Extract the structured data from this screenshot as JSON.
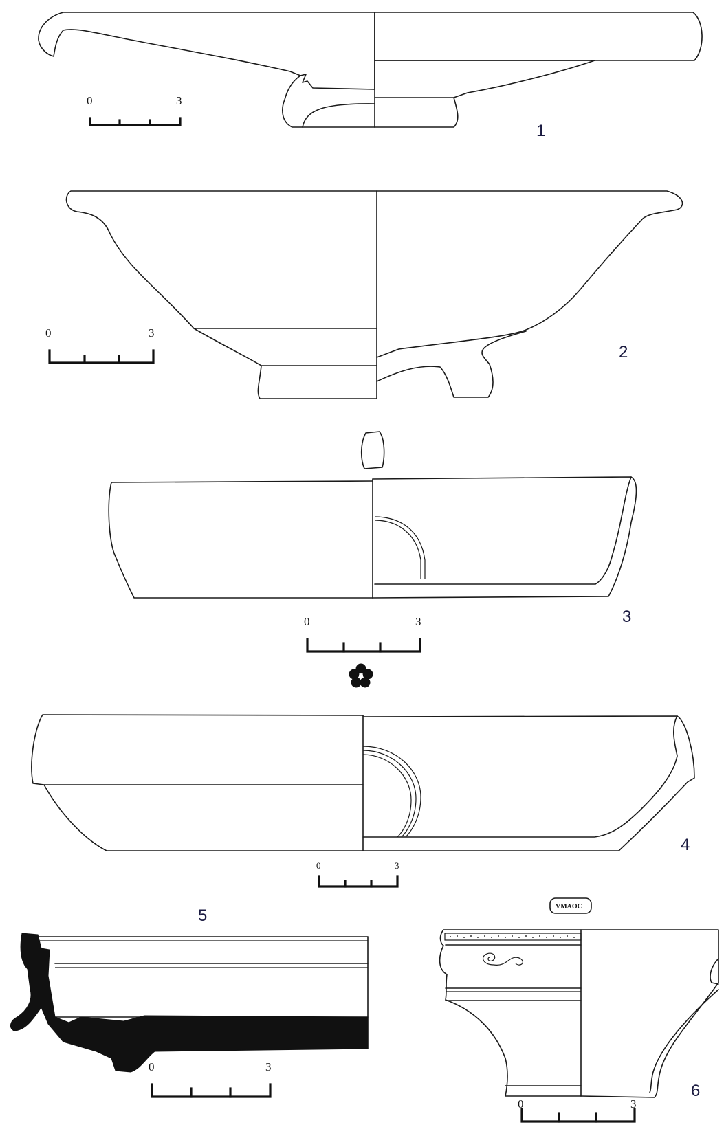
{
  "figures": [
    {
      "number": "1",
      "scale": {
        "start": "0",
        "end": "3"
      }
    },
    {
      "number": "2",
      "scale": {
        "start": "0",
        "end": "3"
      }
    },
    {
      "number": "3",
      "scale": {
        "start": "0",
        "end": "3"
      }
    },
    {
      "number": "4",
      "scale": {
        "start": "0",
        "end": "3"
      }
    },
    {
      "number": "5",
      "scale": {
        "start": "0",
        "end": "3"
      }
    },
    {
      "number": "6",
      "scale": {
        "start": "0",
        "end": "3"
      },
      "stamp": "VMAOC"
    }
  ]
}
